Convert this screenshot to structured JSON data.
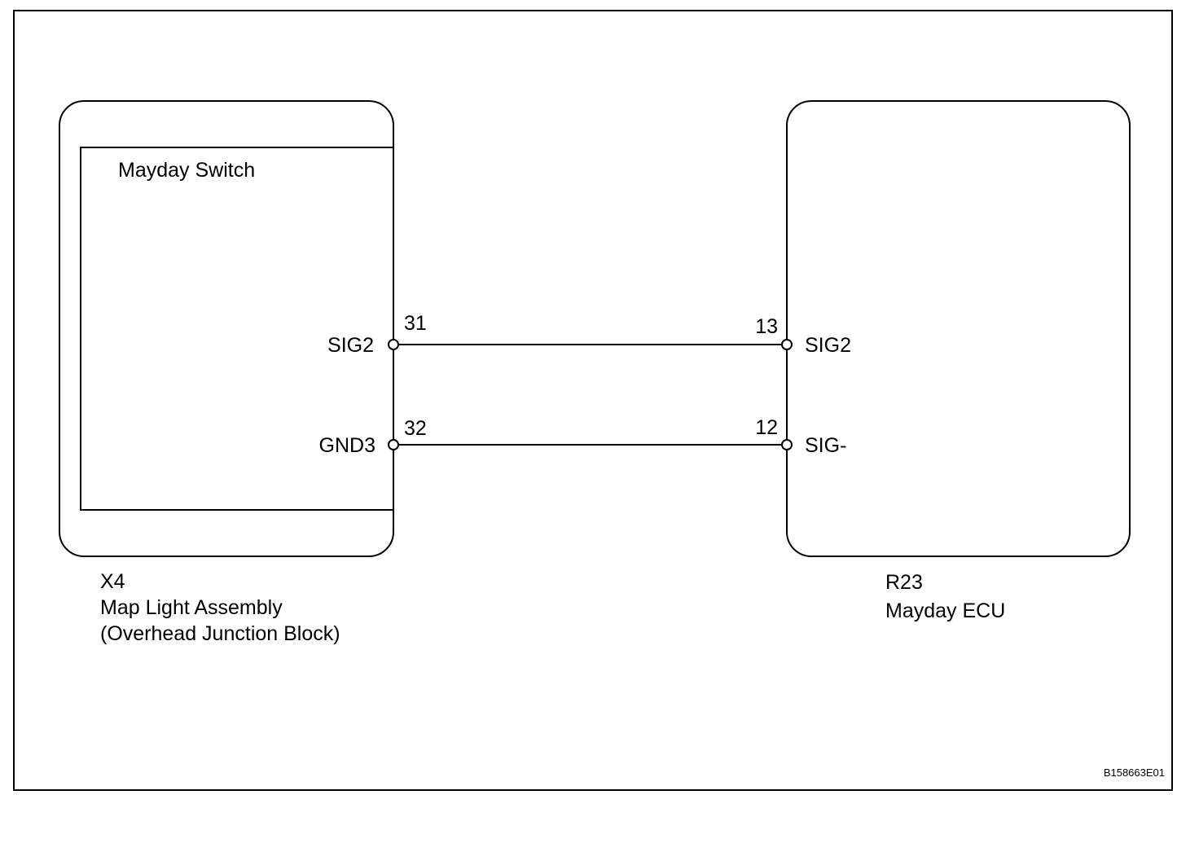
{
  "left_component": {
    "inner_label": "Mayday Switch",
    "connector_code": "X4",
    "name": "Map Light Assembly",
    "subname": "(Overhead Junction Block)",
    "terminals": [
      {
        "name": "SIG2",
        "pin": "31"
      },
      {
        "name": "GND3",
        "pin": "32"
      }
    ]
  },
  "right_component": {
    "connector_code": "R23",
    "name": "Mayday ECU",
    "terminals": [
      {
        "name": "SIG2",
        "pin": "13"
      },
      {
        "name": "SIG-",
        "pin": "12"
      }
    ]
  },
  "wires": [
    {
      "from_pin": "31",
      "to_pin": "13"
    },
    {
      "from_pin": "32",
      "to_pin": "12"
    }
  ],
  "figure_id": "B158663E01",
  "colors": {
    "line": "#000000",
    "background": "#ffffff"
  }
}
